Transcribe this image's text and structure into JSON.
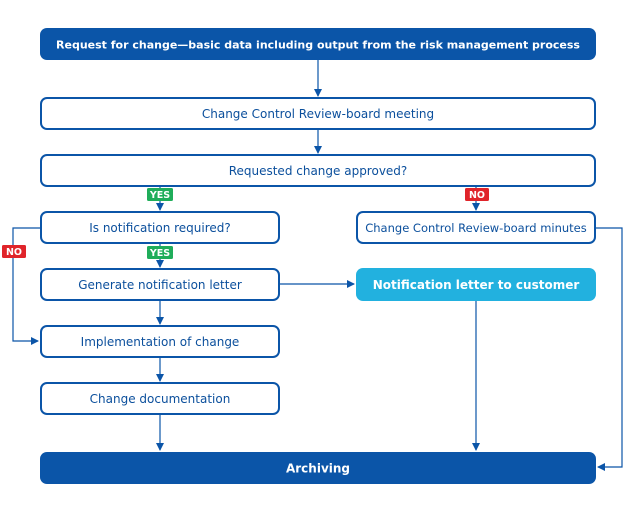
{
  "colors": {
    "dark_blue": "#0b55a8",
    "outline_blue": "#0b55a8",
    "light_blue": "#22b1df",
    "text_dark": "#0b4f9c",
    "yes_green": "#1fad5a",
    "no_red": "#e0242a",
    "white": "#ffffff"
  },
  "nodes": {
    "request": "Request for change—basic data including output from the risk management process",
    "review_meeting": "Change Control Review-board meeting",
    "approved": "Requested change approved?",
    "notification_required": "Is notification required?",
    "board_minutes": "Change Control Review-board minutes",
    "generate_letter": "Generate notification letter",
    "letter_to_customer": "Notification letter to customer",
    "implementation": "Implementation of change",
    "documentation": "Change documentation",
    "archiving": "Archiving"
  },
  "badges": {
    "yes_approved": "YES",
    "no_approved": "NO",
    "yes_notification": "YES",
    "no_notification": "NO"
  }
}
